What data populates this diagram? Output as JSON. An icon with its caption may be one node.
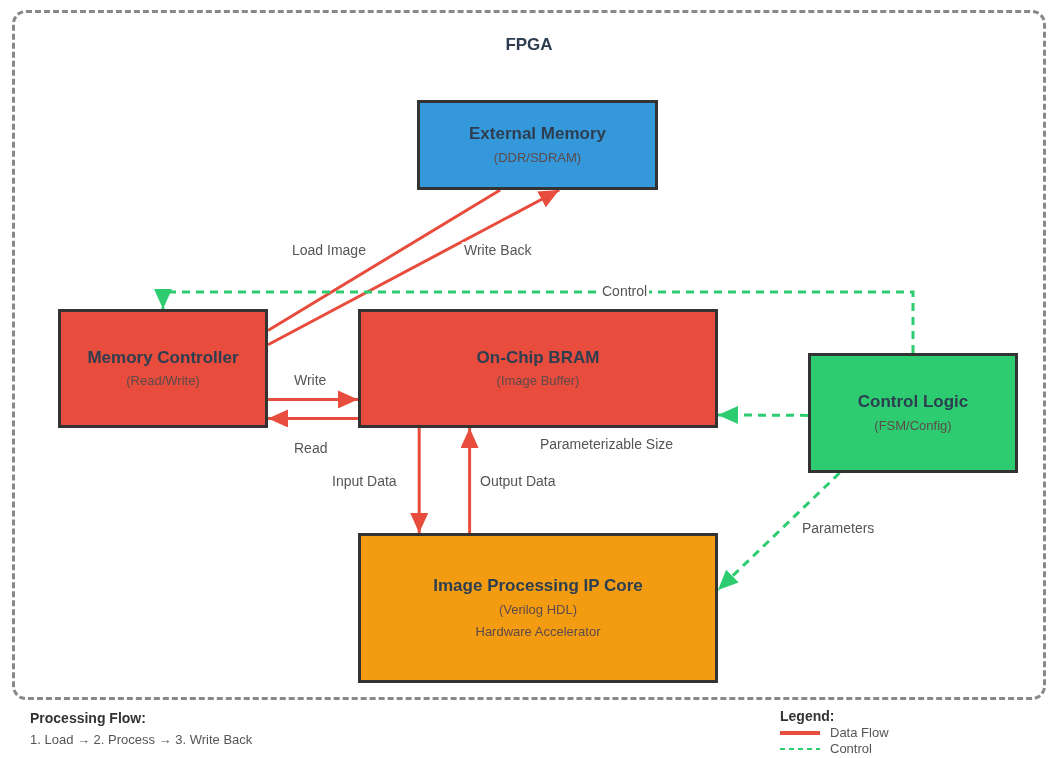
{
  "diagram": {
    "nodes": [
      {
        "text": [
          "FPGA"
        ]
      },
      {
        "text": [
          "External Memory",
          "(DDR/SDRAM)"
        ],
        "in": 0
      },
      {
        "text": [
          "Memory Controller",
          "(Read/Write)"
        ],
        "in": 0
      },
      {
        "text": [
          "On-Chip BRAM",
          "(Image Buffer)"
        ],
        "beside": [
          "Parameterizable Size"
        ],
        "in": 0
      },
      {
        "text": [
          "Control Logic",
          "(FSM/Config)"
        ],
        "in": 0
      },
      {
        "text": [
          "Image Processing IP Core",
          "(Verilog HDL)",
          "Hardware Accelerator"
        ],
        "in": 0
      }
    ],
    "edges": [
      {
        "from": 2,
        "to": 1,
        "arrow": "none",
        "label": "Load Image"
      },
      {
        "from": 2,
        "to": 1,
        "arrow": "to",
        "label": "Write Back"
      },
      {
        "from": 4,
        "to": 2,
        "arrow": "to",
        "label": "Control",
        "style": "dashed",
        "color": "#2ecc71"
      },
      {
        "from": 2,
        "to": 3,
        "arrow": "to",
        "label": "Write"
      },
      {
        "from": 3,
        "to": 2,
        "arrow": "to",
        "label": "Read"
      },
      {
        "from": 4,
        "to": 3,
        "arrow": "to",
        "style": "dashed",
        "color": "#2ecc71"
      },
      {
        "from": 3,
        "to": 5,
        "arrow": "to",
        "label": "Input Data"
      },
      {
        "from": 5,
        "to": 3,
        "arrow": "to",
        "label": "Output Data"
      },
      {
        "from": 4,
        "to": 5,
        "arrow": "to",
        "label": "Parameters",
        "style": "dashed",
        "color": "#2ecc71"
      }
    ],
    "labels": [
      "Processing Flow:",
      "1. Load → 2. Process → 3. Write Back",
      "Legend:"
    ],
    "legend": [
      {
        "text": "Data Flow"
      },
      {
        "text": "Control"
      }
    ]
  }
}
